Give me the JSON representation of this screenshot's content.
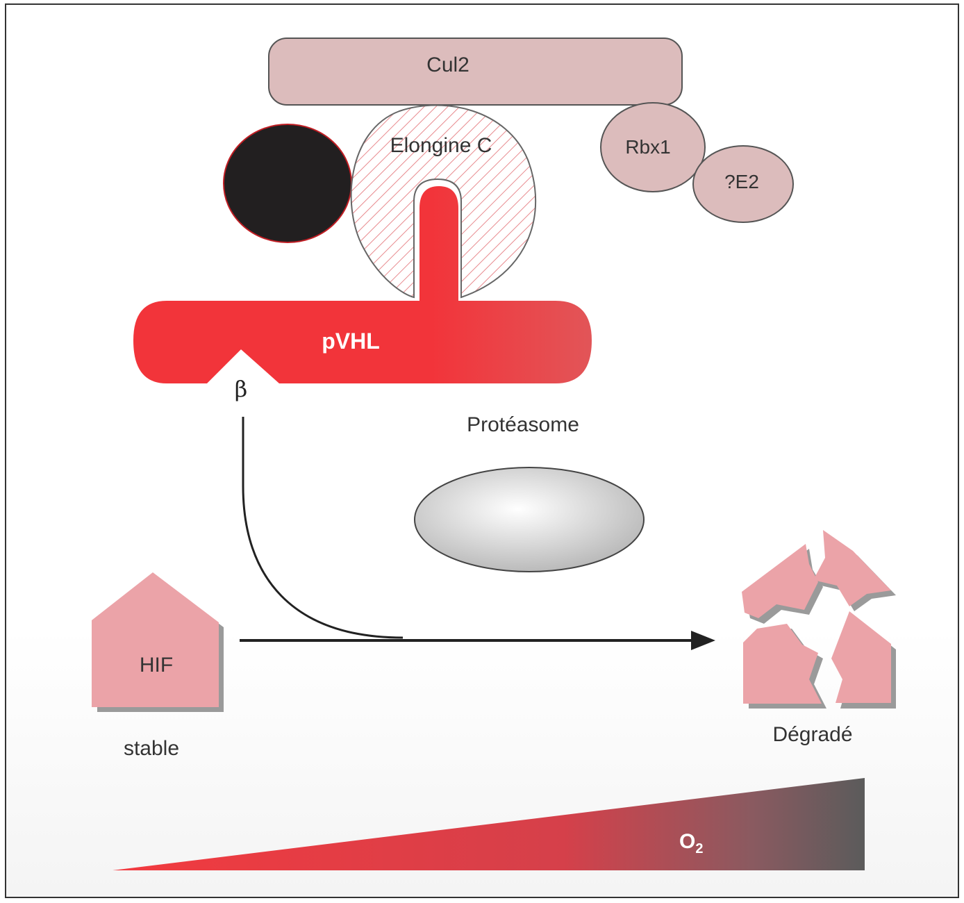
{
  "diagram": {
    "labels": {
      "cul2": "Cul2",
      "elongine_c": "Elongine C",
      "rbx1": "Rbx1",
      "e2": "?E2",
      "pvhl": "pVHL",
      "beta": "β",
      "proteasome": "Protéasome",
      "hif": "HIF",
      "stable": "stable",
      "degraded": "Dégradé",
      "o2": "O",
      "o2_sub": "2"
    },
    "colors": {
      "pink_protein": "#dcbcbc",
      "pink_outline": "#555555",
      "pvhl_red": "#f2343a",
      "hif_pink": "#eba3a8",
      "shadow": "#9a9a9a",
      "black_ball": "#221f20",
      "arrow": "#222222",
      "frame": "#333333"
    }
  }
}
